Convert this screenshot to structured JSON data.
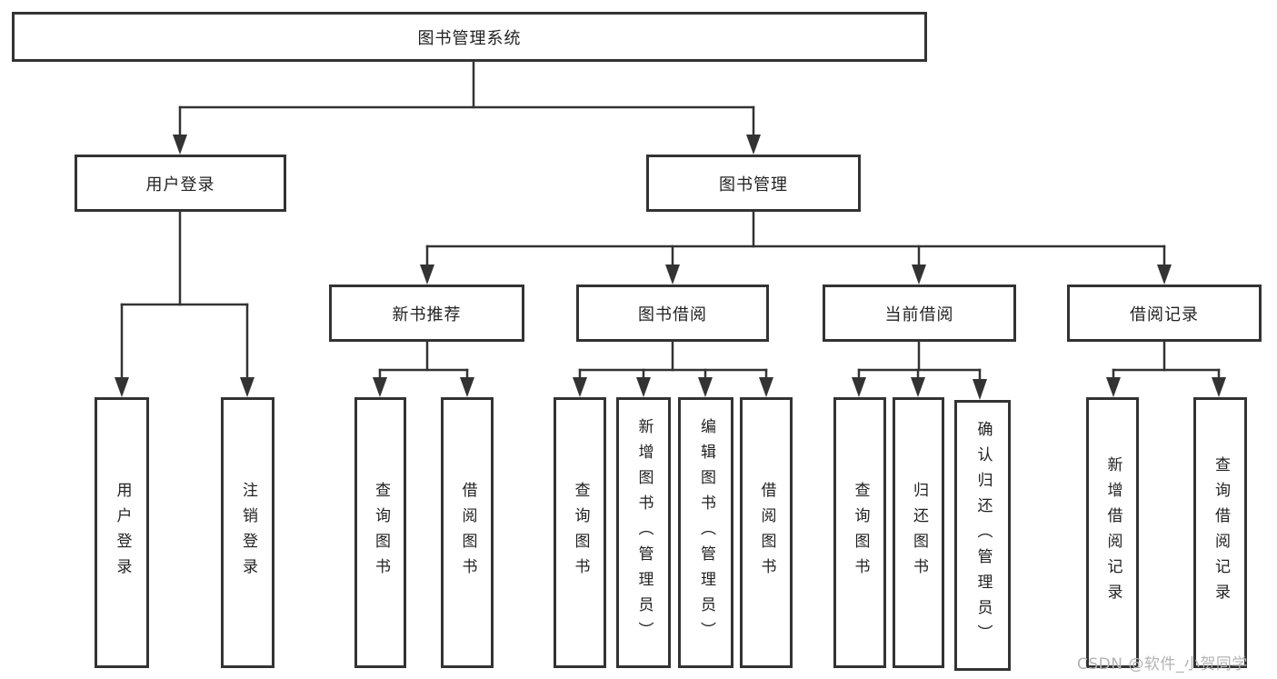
{
  "diagram": {
    "root": {
      "label": "图书管理系统"
    },
    "level2": [
      {
        "label": "用户登录"
      },
      {
        "label": "图书管理"
      }
    ],
    "level3": [
      {
        "label": "新书推荐"
      },
      {
        "label": "图书借阅"
      },
      {
        "label": "当前借阅"
      },
      {
        "label": "借阅记录"
      }
    ],
    "leaves": {
      "user_login": [
        "用户登录",
        "注销登录"
      ],
      "new_book": [
        "查询图书",
        "借阅图书"
      ],
      "book_borrow": [
        "查询图书",
        "新增图书（管理员）",
        "编辑图书（管理员）",
        "借阅图书"
      ],
      "current_borrow": [
        "查询图书",
        "归还图书",
        "确认归还（管理员）"
      ],
      "borrow_records": [
        "新增借阅记录",
        "查询借阅记录"
      ]
    },
    "colors": {
      "line": "#333333",
      "box_background": "#ffffff",
      "text": "#222222",
      "watermark": "#b3b3b3"
    }
  },
  "watermark": {
    "text": "CSDN @软件_小贺同学"
  }
}
